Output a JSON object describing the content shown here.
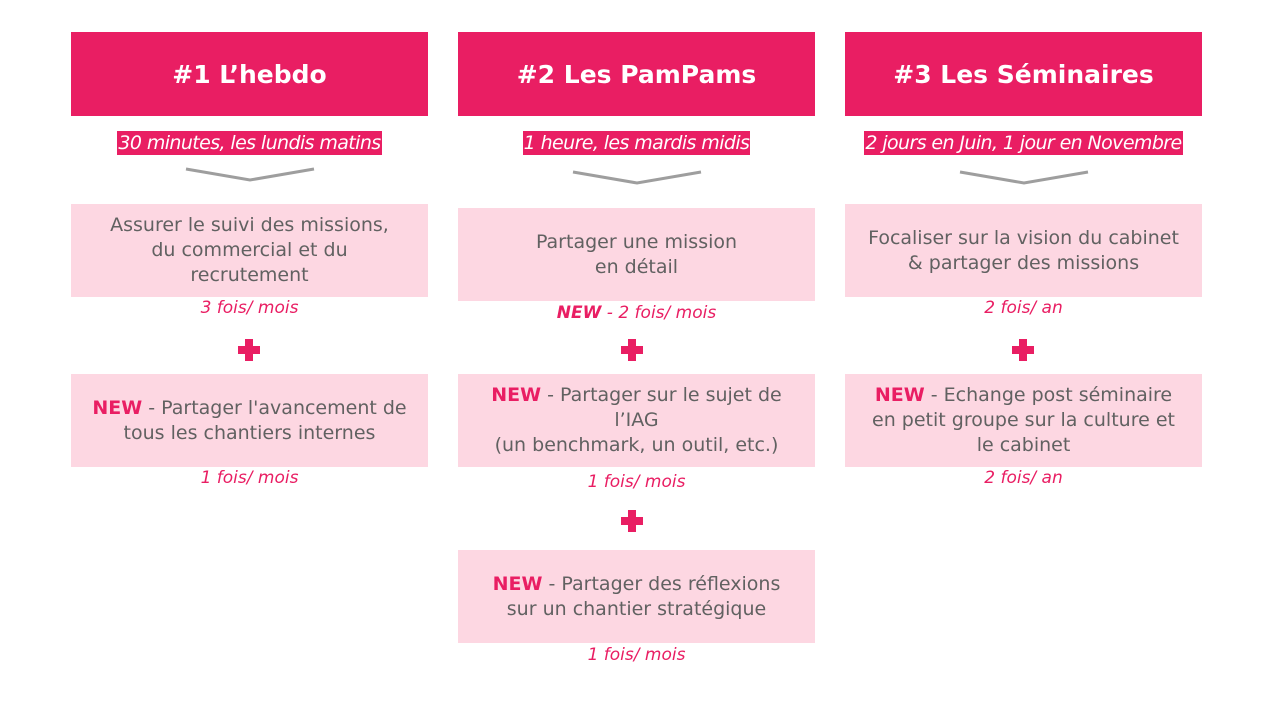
{
  "columns": [
    {
      "title": "#1 L’hebdo",
      "subtitle": "30 minutes, les lundis matins",
      "box1": {
        "lines": [
          "Assurer le suivi des missions,",
          "du commercial et du",
          "recrutement"
        ]
      },
      "freq1": {
        "new": "",
        "text": "3 fois/ mois"
      },
      "box2": {
        "new": "NEW",
        "lines": [
          " - Partager l'avancement de",
          "tous les chantiers internes"
        ]
      },
      "freq2": {
        "text": "1 fois/ mois"
      }
    },
    {
      "title": "#2 Les PamPams",
      "subtitle": "1 heure, les mardis midis",
      "box1": {
        "lines": [
          "Partager une mission",
          "en détail"
        ]
      },
      "freq1": {
        "new": "NEW",
        "text": " - 2 fois/ mois"
      },
      "box2": {
        "new": "NEW",
        "lines": [
          " - Partager sur le sujet de",
          "l’IAG",
          "(un benchmark, un outil, etc.)"
        ]
      },
      "freq2": {
        "text": "1 fois/ mois"
      },
      "box3": {
        "new": "NEW",
        "lines": [
          " - Partager des réflexions",
          "sur un chantier stratégique"
        ]
      },
      "freq3": {
        "text": "1 fois/ mois"
      }
    },
    {
      "title": "#3 Les Séminaires",
      "subtitle": "2 jours en Juin, 1 jour en Novembre",
      "box1": {
        "lines": [
          "Focaliser sur la vision du cabinet",
          "& partager des missions"
        ]
      },
      "freq1": {
        "new": "",
        "text": "2 fois/ an"
      },
      "box2": {
        "new": "NEW",
        "lines": [
          " - Echange post séminaire",
          "en petit groupe sur la culture et",
          "le cabinet"
        ]
      },
      "freq2": {
        "text": "2 fois/ an"
      }
    }
  ],
  "colors": {
    "accent": "#e91e63",
    "box_bg": "#fdd7e2",
    "text": "#616161",
    "chevron": "#9e9e9e"
  },
  "icons": {
    "separator": "plus-icon",
    "arrow": "chevron-down-icon"
  }
}
